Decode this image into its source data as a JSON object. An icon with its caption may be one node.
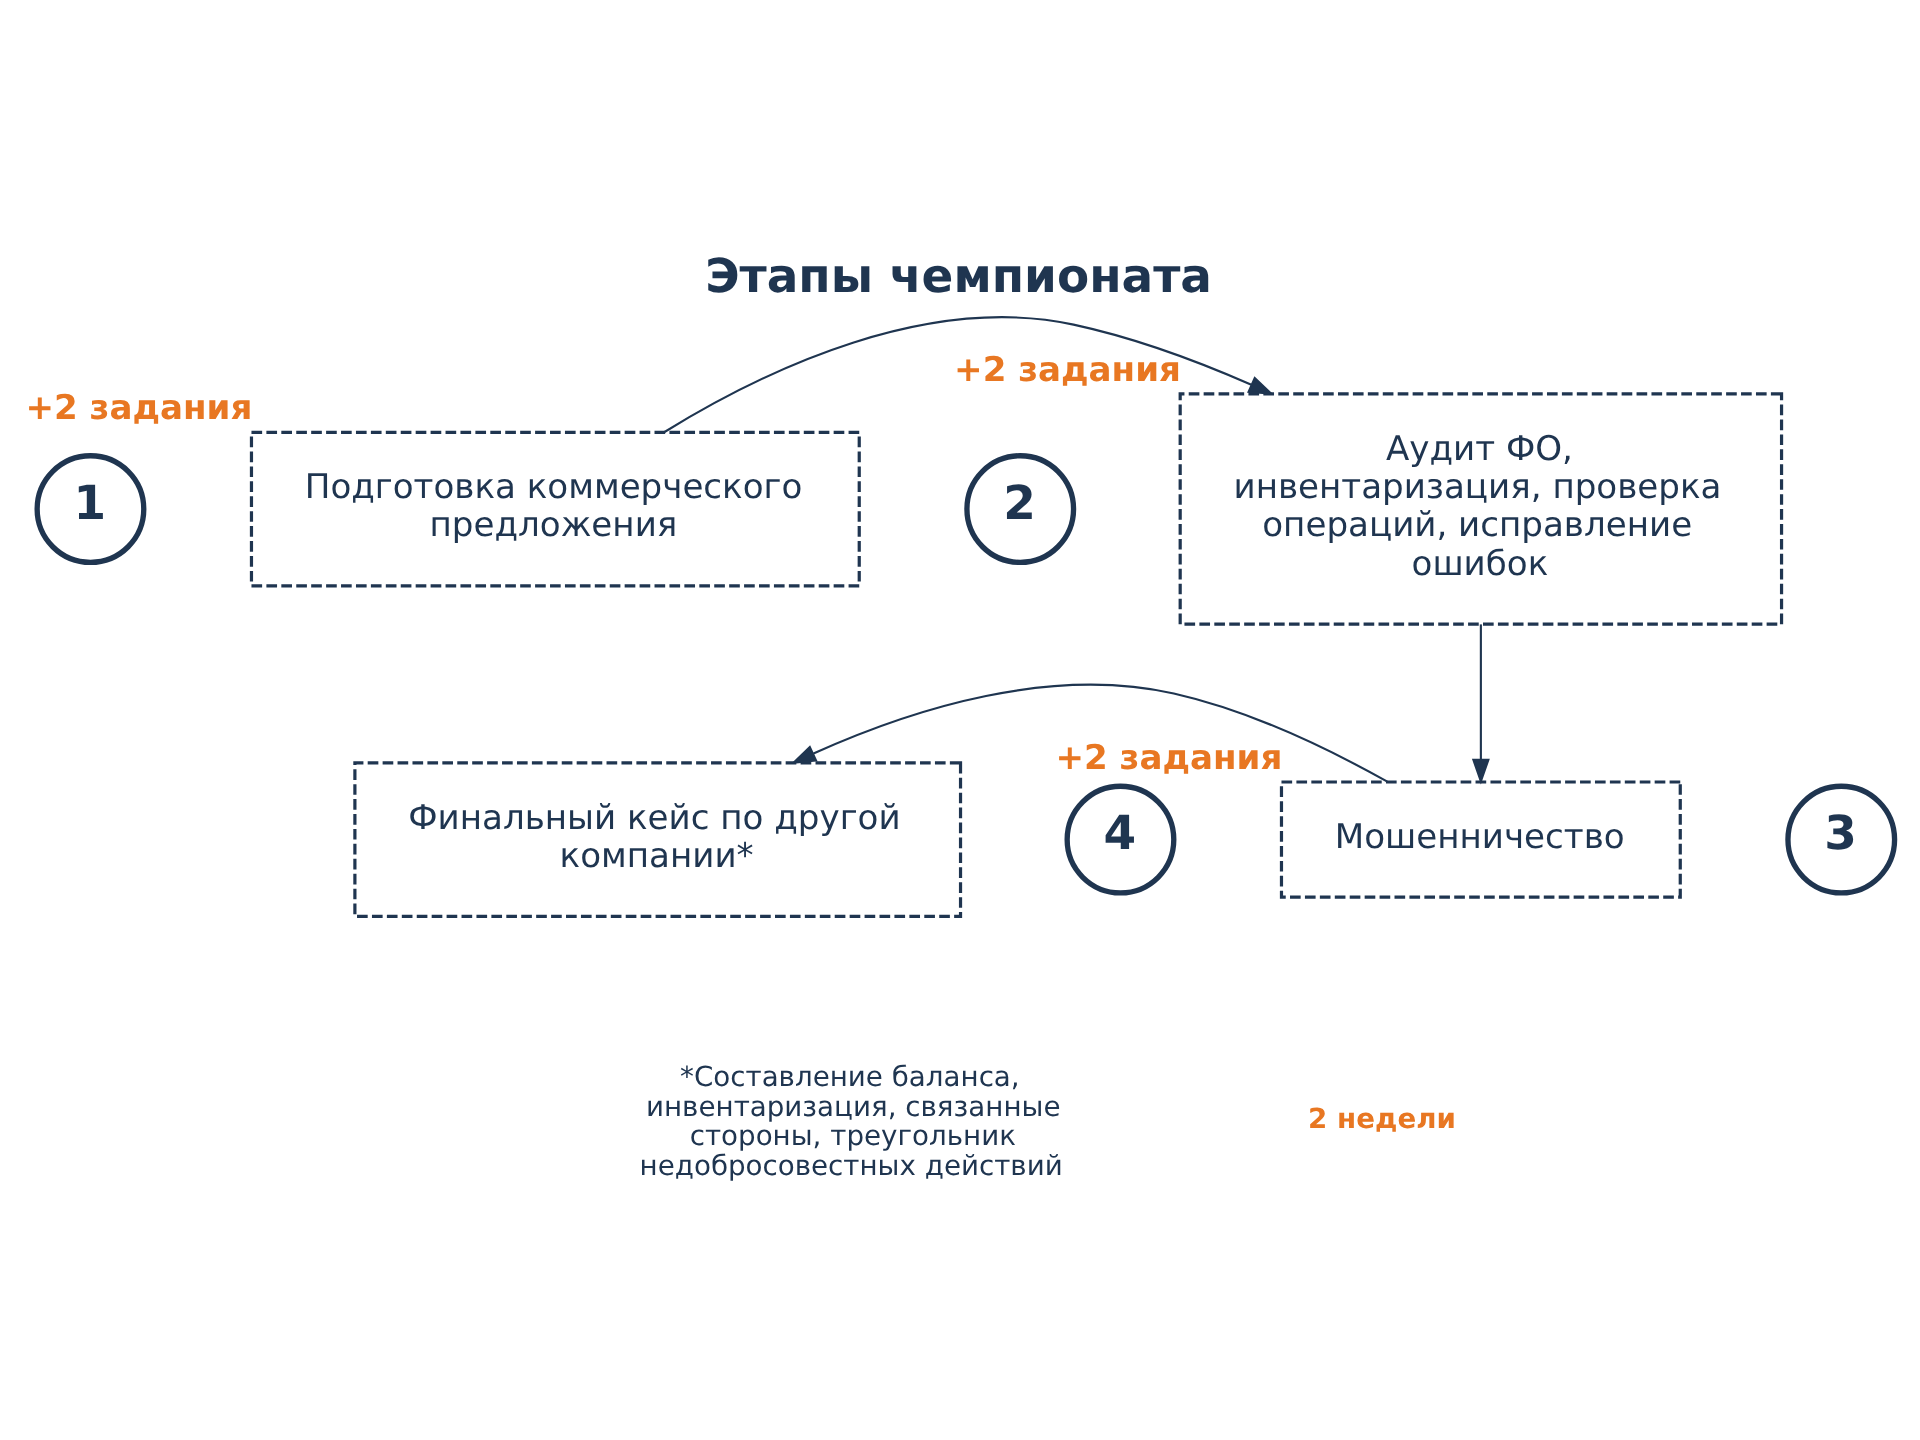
{
  "diagram": {
    "title": "Этапы чемпионата",
    "nodes": [
      {
        "text": [
          "1"
        ]
      },
      {
        "text": [
          "Подготовка коммерческого предложения"
        ],
        "beside": [
          "+2 задания"
        ]
      },
      {
        "text": [
          "2"
        ]
      },
      {
        "text": [
          "Аудит ФО, инвентаризация, проверка операций, исправление ошибок"
        ],
        "beside": [
          "+2 задания"
        ]
      },
      {
        "text": [
          "3"
        ]
      },
      {
        "text": [
          "Мошенничество"
        ],
        "beside": [
          "+2 задания"
        ]
      },
      {
        "text": [
          "4"
        ]
      },
      {
        "text": [
          "Финальный кейс по другой компании*"
        ]
      }
    ],
    "edges": [
      {
        "from": 1,
        "to": 3,
        "arrow": "to"
      },
      {
        "from": 3,
        "to": 5,
        "arrow": "to"
      },
      {
        "from": 5,
        "to": 7,
        "arrow": "to"
      }
    ],
    "labels": [
      "*Составление баланса, инвентаризация, связанные стороны, треугольник недобросовестных действий",
      "2 недели"
    ]
  }
}
